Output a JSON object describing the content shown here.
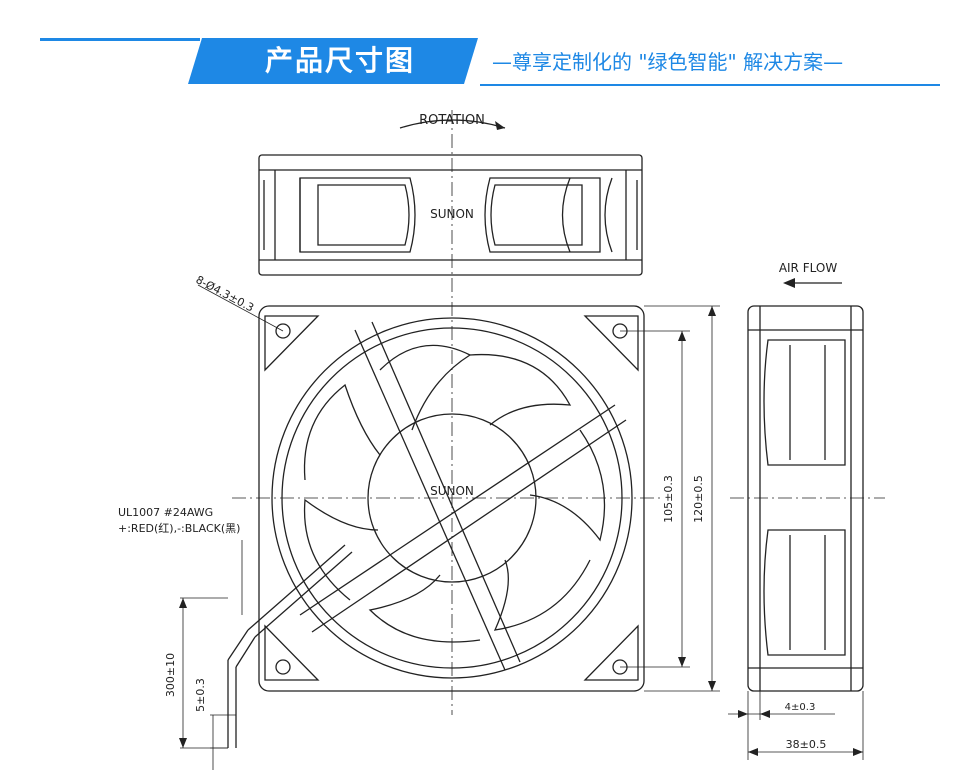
{
  "header": {
    "title": "产品尺寸图",
    "subtitle": "—尊享定制化的 \"绿色智能\" 解决方案—",
    "accent_color": "#1e88e5"
  },
  "drawing": {
    "rotation_label": "ROTATION",
    "brand_top": "SUNON",
    "brand_center": "SUNON",
    "air_flow_label": "AIR FLOW",
    "hole_spec": "8-Ø4.3±0.3",
    "wire_spec_line1": "UL1007  #24AWG",
    "wire_spec_line2": "+:RED(红),-:BLACK(黑)",
    "dim_hole_spacing": "105±0.3",
    "dim_frame": "120±0.5",
    "dim_wire_length": "300±10",
    "dim_strip": "5±0.3",
    "dim_flange": "4±0.3",
    "dim_depth": "38±0.5"
  }
}
